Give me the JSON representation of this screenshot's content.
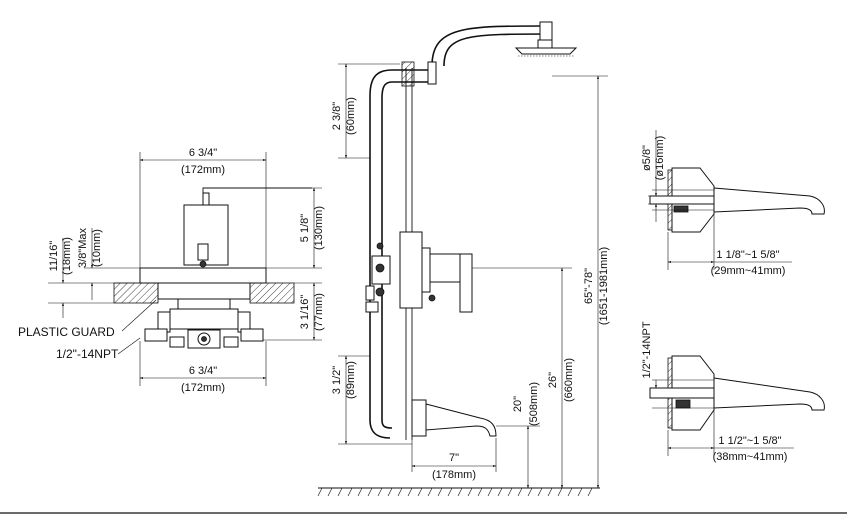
{
  "valve_view": {
    "top_width": "6 3/4\"",
    "top_width_mm": "(172mm)",
    "bottom_width": "6 3/4\"",
    "bottom_width_mm": "(172mm)",
    "handle_height": "5 1/8\"",
    "handle_height_mm": "(130mm)",
    "depth_below": "3 1/16\"",
    "depth_below_mm": "(77mm)",
    "left_dim": "11/16\"",
    "left_dim_mm": "(18mm)",
    "max_dim": "3/8\"Max",
    "max_dim_mm": "(10mm)",
    "plastic_guard": "PLASTIC GUARD",
    "npt_label": "1/2\"-14NPT"
  },
  "side_view": {
    "top_dim": "2 3/8\"",
    "top_dim_mm": "(60mm)",
    "overall": "65\"-78\"",
    "overall_mm": "(1651-1981mm)",
    "handle_to_floor": "26\"",
    "handle_to_floor_mm": "(660mm)",
    "spout_to_floor": "20\"",
    "spout_to_floor_mm": "(508mm)",
    "spout_offset": "3 1/2\"",
    "spout_offset_mm": "(89mm)",
    "spout_length": "7\"",
    "spout_length_mm": "(178mm)"
  },
  "spout_detail_top": {
    "dia": "ø5/8\"",
    "dia_mm": "(ø16mm)",
    "range": "1 1/8\"~1 5/8\"",
    "range_mm": "(29mm~41mm)"
  },
  "spout_detail_bottom": {
    "npt": "1/2\"-14NPT",
    "range": "1 1/2\"~1 5/8\"",
    "range_mm": "(38mm~41mm)"
  }
}
